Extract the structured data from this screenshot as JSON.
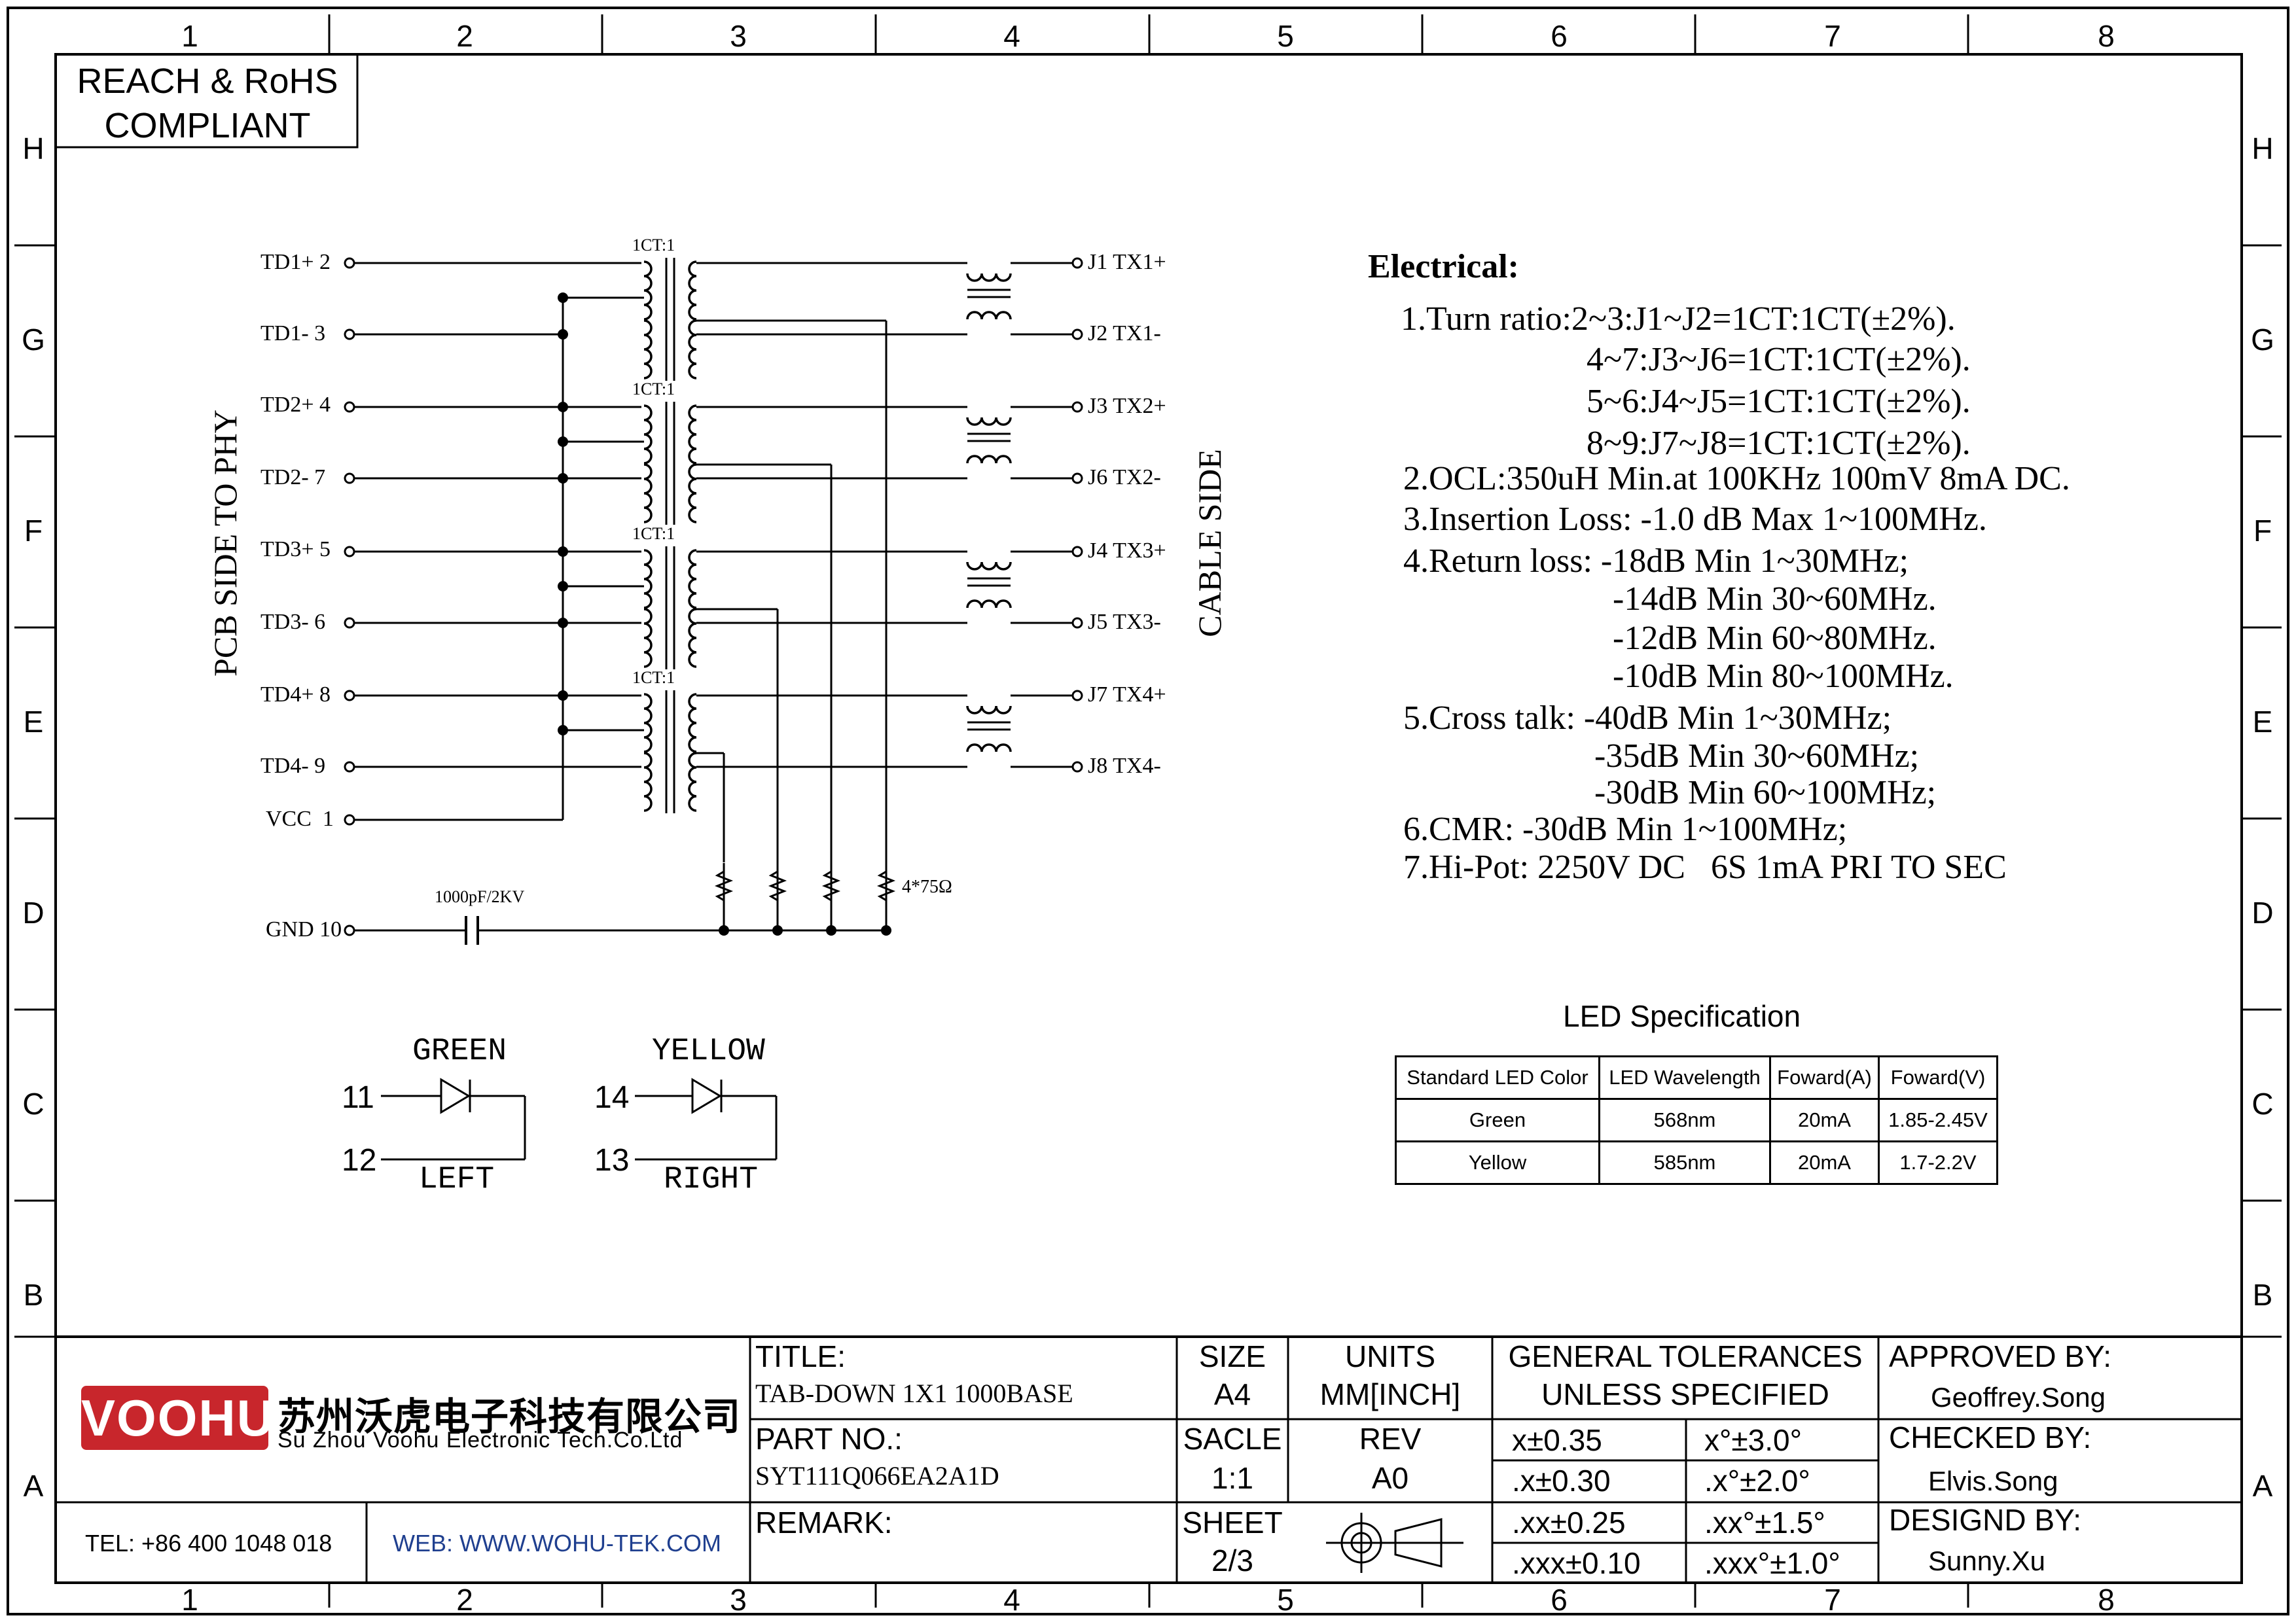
{
  "zones": {
    "columns": [
      "1",
      "2",
      "3",
      "4",
      "5",
      "6",
      "7",
      "8"
    ],
    "rows": [
      "H",
      "G",
      "F",
      "E",
      "D",
      "C",
      "B",
      "A"
    ]
  },
  "compliance": {
    "line1": "REACH & RoHS",
    "line2": "COMPLIANT"
  },
  "schematic": {
    "pcb_side_label": "PCB SIDE TO PHY",
    "cable_side_label": "CABLE SIDE",
    "transformer_ratio": "1CT:1",
    "left_pins": [
      {
        "name": "TD1+",
        "num": "2"
      },
      {
        "name": "TD1-",
        "num": "3"
      },
      {
        "name": "TD2+",
        "num": "4"
      },
      {
        "name": "TD2-",
        "num": "7"
      },
      {
        "name": "TD3+",
        "num": "5"
      },
      {
        "name": "TD3-",
        "num": "6"
      },
      {
        "name": "TD4+",
        "num": "8"
      },
      {
        "name": "TD4-",
        "num": "9"
      },
      {
        "name": "VCC",
        "num": "1"
      },
      {
        "name": "GND",
        "num": "10"
      }
    ],
    "right_pins": [
      {
        "pin": "J1",
        "name": "TX1+"
      },
      {
        "pin": "J2",
        "name": "TX1-"
      },
      {
        "pin": "J3",
        "name": "TX2+"
      },
      {
        "pin": "J6",
        "name": "TX2-"
      },
      {
        "pin": "J4",
        "name": "TX3+"
      },
      {
        "pin": "J5",
        "name": "TX3-"
      },
      {
        "pin": "J7",
        "name": "TX4+"
      },
      {
        "pin": "J8",
        "name": "TX4-"
      }
    ],
    "capacitor_label": "1000pF/2KV",
    "resistor_label": "4*75Ω"
  },
  "leds": {
    "green": {
      "label": "GREEN",
      "pin_a": "11",
      "pin_b": "12",
      "side": "LEFT"
    },
    "yellow": {
      "label": "YELLOW",
      "pin_a": "14",
      "pin_b": "13",
      "side": "RIGHT"
    }
  },
  "electrical": {
    "heading": "Electrical:",
    "lines": [
      "1.Turn ratio:2~3:J1~J2=1CT:1CT(±2%).",
      "4~7:J3~J6=1CT:1CT(±2%).",
      "5~6:J4~J5=1CT:1CT(±2%).",
      "8~9:J7~J8=1CT:1CT(±2%).",
      "2.OCL:350uH Min.at 100KHz 100mV 8mA DC.",
      "3.Insertion Loss: -1.0 dB Max 1~100MHz.",
      "4.Return loss: -18dB Min 1~30MHz;",
      "-14dB Min 30~60MHz.",
      "-12dB Min 60~80MHz.",
      "-10dB Min 80~100MHz.",
      "5.Cross talk: -40dB Min 1~30MHz;",
      "-35dB Min 30~60MHz;",
      "-30dB Min 60~100MHz;",
      "6.CMR: -30dB Min 1~100MHz;",
      "7.Hi-Pot: 2250V DC   6S 1mA PRI TO SEC"
    ]
  },
  "led_spec": {
    "title": "LED Specification",
    "headers": [
      "Standard LED Color",
      "LED Wavelength",
      "Foward(A)",
      "Foward(V)"
    ],
    "rows": [
      [
        "Green",
        "568nm",
        "20mA",
        "1.85-2.45V"
      ],
      [
        "Yellow",
        "585nm",
        "20mA",
        "1.7-2.2V"
      ]
    ]
  },
  "title_block": {
    "logo_text": "VOOHU",
    "company_cn": "苏州沃虎电子科技有限公司",
    "company_en": "Su Zhou Voohu Electronic Tech.Co.Ltd",
    "tel": "TEL: +86 400 1048 018",
    "web": "WEB: WWW.WOHU-TEK.COM",
    "title_label": "TITLE:",
    "title_value": "TAB-DOWN 1X1 1000BASE",
    "part_label": "PART NO.:",
    "part_value": "SYT111Q066EA2A1D",
    "remark_label": "REMARK:",
    "size_label": "SIZE",
    "size_value": "A4",
    "units_label": "UNITS",
    "units_value": "MM[INCH]",
    "scale_label": "SACLE",
    "scale_value": "1:1",
    "rev_label": "REV",
    "rev_value": "A0",
    "sheet_label": "SHEET",
    "sheet_value": "2/3",
    "tol_line1": "GENERAL TOLERANCES",
    "tol_line2": "UNLESS SPECIFIED",
    "tolerances": [
      [
        "x±0.35",
        "x°±3.0°"
      ],
      [
        ".x±0.30",
        ".x°±2.0°"
      ],
      [
        ".xx±0.25",
        ".xx°±1.5°"
      ],
      [
        ".xxx±0.10",
        ".xxx°±1.0°"
      ]
    ],
    "approved_label": "APPROVED BY:",
    "approved_value": "Geoffrey.Song",
    "checked_label": "CHECKED BY:",
    "checked_value": "Elvis.Song",
    "designed_label": "DESIGND BY:",
    "designed_value": "Sunny.Xu"
  },
  "colors": {
    "logo_red": "#c8262c",
    "web_blue": "#1f3f8f"
  }
}
